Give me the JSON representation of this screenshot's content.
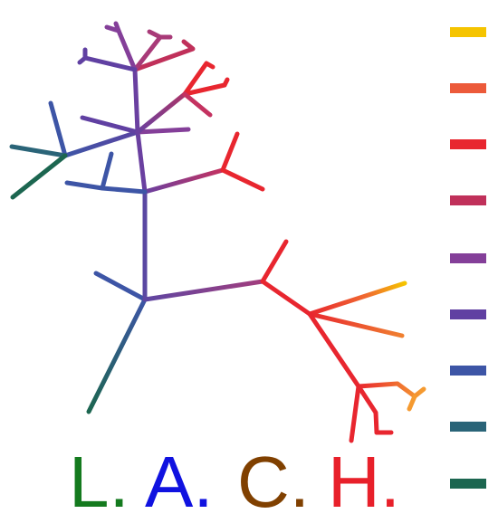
{
  "legend": {
    "swatches": [
      {
        "color": "#f5c400"
      },
      {
        "color": "#ec5a3a"
      },
      {
        "color": "#e8262f"
      },
      {
        "color": "#c0305a"
      },
      {
        "color": "#843f99"
      },
      {
        "color": "#6040a2"
      },
      {
        "color": "#3d55a6"
      },
      {
        "color": "#2a6478"
      },
      {
        "color": "#1c6650"
      }
    ]
  },
  "caption": {
    "letters": [
      {
        "text": "L.",
        "color": "#147a1e"
      },
      {
        "text": "A.",
        "color": "#1012e0"
      },
      {
        "text": "C.",
        "color": "#804000"
      },
      {
        "text": "H.",
        "color": "#e8202a"
      }
    ]
  }
}
